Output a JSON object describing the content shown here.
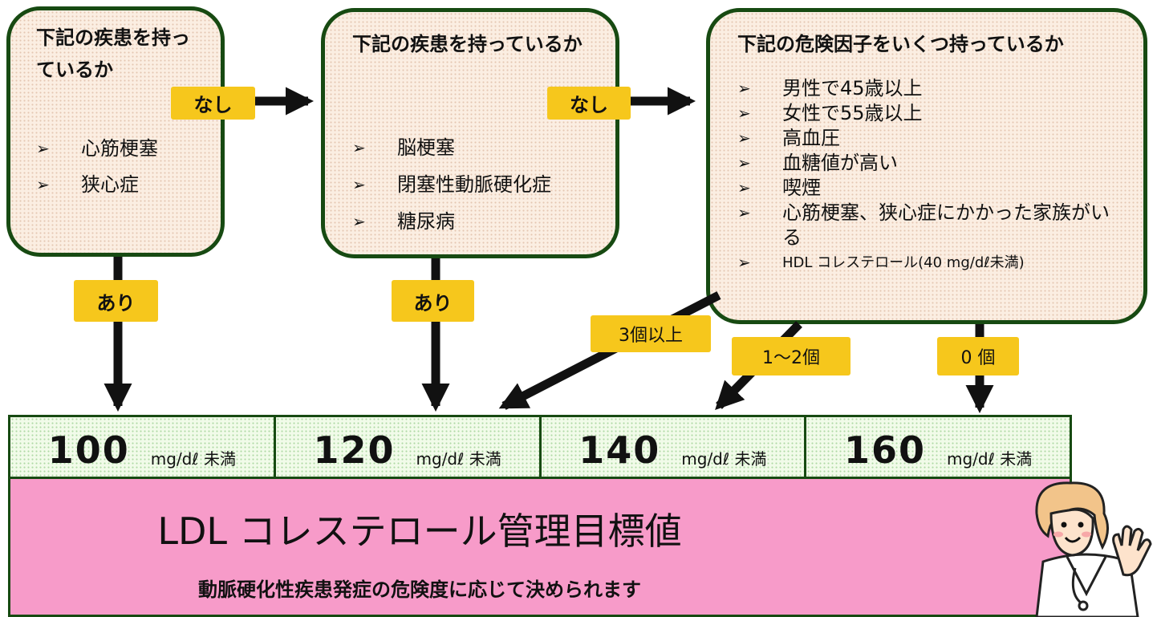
{
  "box1": {
    "title": "下記の疾患を持っているか",
    "items": [
      "心筋梗塞",
      "狭心症"
    ]
  },
  "box2": {
    "title": "下記の疾患を持っているか",
    "items": [
      "脳梗塞",
      "閉塞性動脈硬化症",
      "糖尿病"
    ]
  },
  "box3": {
    "title": "下記の危険因子をいくつ持っているか",
    "items": [
      "男性で45歳以上",
      "女性で55歳以上",
      "高血圧",
      "血糖値が高い",
      "喫煙",
      "心筋梗塞、狭心症にかかった家族がいる",
      "HDL コレステロール(40 mg/dℓ未満)"
    ]
  },
  "bullet": "➢",
  "labels": {
    "none1": "なし",
    "none2": "なし",
    "yes1": "あり",
    "yes2": "あり",
    "three_plus": "3個以上",
    "one_two": "1～2個",
    "zero": "0 個"
  },
  "targets": [
    {
      "value": "100",
      "unit": "mg/dℓ 未満"
    },
    {
      "value": "120",
      "unit": "mg/dℓ 未満"
    },
    {
      "value": "140",
      "unit": "mg/dℓ 未満"
    },
    {
      "value": "160",
      "unit": "mg/dℓ 未満"
    }
  ],
  "banner": {
    "title": "LDL コレステロール管理目標値",
    "subtitle": "動脈硬化性疾患発症の危険度に応じて決められます"
  },
  "colors": {
    "border": "#174a12",
    "tag": "#f6c71c",
    "banner": "#f79bc9",
    "box": "#fbeee2",
    "cell": "#f1fbe9"
  },
  "icons": {
    "doctor": "doctor-waving-icon"
  }
}
